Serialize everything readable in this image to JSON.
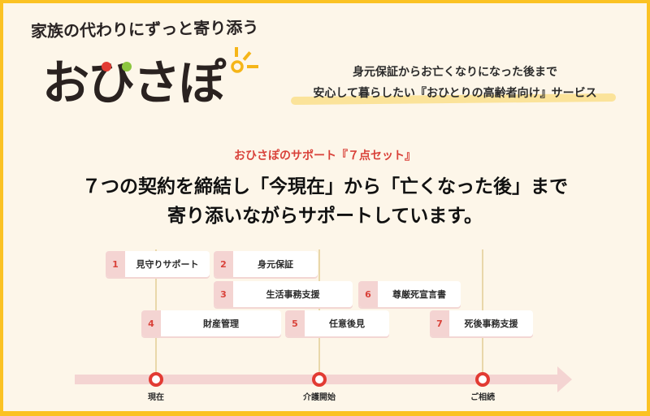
{
  "header": {
    "tagline": "家族の代わりにずっと寄り添う",
    "logo": {
      "text": "おひさぽ",
      "dot_colors": [
        "#e23b33",
        "#8cc63f"
      ],
      "sun_color": "#f5b518"
    },
    "catch_line1": "身元保証からお亡くなりになった後まで",
    "catch_line2": "安心して暮らしたい『おひとりの高齢者向け』サービス"
  },
  "section": {
    "subtitle": "おひさぽのサポート『７点セット』",
    "headline_line1": "７つの契約を締結し「今現在」から「亡くなった後」まで",
    "headline_line2": "寄り添いながらサポートしています。"
  },
  "services": [
    {
      "num": "1",
      "label": "見守りサポート"
    },
    {
      "num": "2",
      "label": "身元保証"
    },
    {
      "num": "3",
      "label": "生活事務支援"
    },
    {
      "num": "4",
      "label": "財産管理"
    },
    {
      "num": "5",
      "label": "任意後見"
    },
    {
      "num": "6",
      "label": "尊厳死宣言書"
    },
    {
      "num": "7",
      "label": "死後事務支援"
    }
  ],
  "timeline": {
    "milestones": [
      {
        "label": "現在"
      },
      {
        "label": "介護開始"
      },
      {
        "label": "ご相続"
      }
    ]
  },
  "colors": {
    "accent_red": "#d9423a",
    "frame_yellow": "#fbc223",
    "background": "#fdf6e9",
    "bar_pink": "#f4d4d2"
  }
}
